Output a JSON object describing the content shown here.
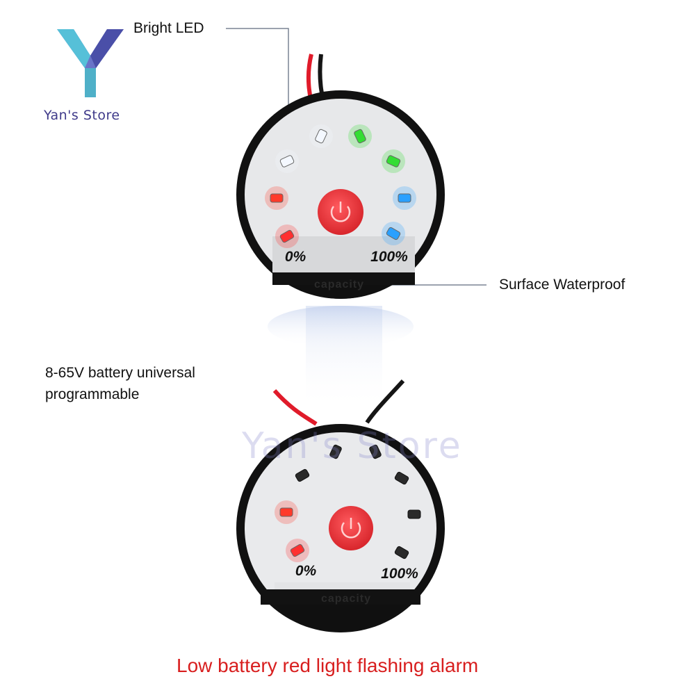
{
  "brand": {
    "name": "Yan's Store"
  },
  "callouts": {
    "bright_led": "Bright LED",
    "surface_waterproof": "Surface Waterproof",
    "battery_universal_line1": "8-65V battery universal",
    "battery_universal_line2": "programmable"
  },
  "watermark": "Yan's Store",
  "meter_top": {
    "scale_min": "0%",
    "scale_max": "100%",
    "panel_label": "capacity",
    "led_colors": [
      "#ff3030",
      "#ff3a2a",
      "#f4f8ff",
      "#f4f8ff",
      "#33dd33",
      "#33dd33",
      "#2aa0ff",
      "#2aa0ff"
    ]
  },
  "meter_bottom": {
    "scale_min": "0%",
    "scale_max": "100%",
    "panel_label": "capacity",
    "led_colors": [
      "#ff3030",
      "#ff3a2a",
      "#2a2a2a",
      "#2a2a2a",
      "#2a2a2a",
      "#2a2a2a",
      "#2a2a2a",
      "#2a2a2a"
    ]
  },
  "caption": "Low battery red light flashing alarm",
  "colors": {
    "alarm_text": "#d81e1e",
    "power_button": "#e8383d"
  }
}
